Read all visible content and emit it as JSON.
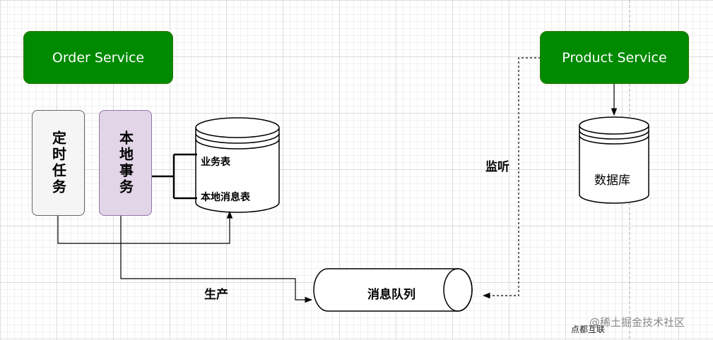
{
  "colors": {
    "service_fill": "#008a00",
    "timer_fill": "#f5f5f5",
    "local_tx_fill": "#e1d5e7"
  },
  "order_service": {
    "label": "Order Service"
  },
  "product_service": {
    "label": "Product Service"
  },
  "timer_task": {
    "label": "定时任务"
  },
  "local_tx": {
    "label": "本地事务"
  },
  "local_db": {
    "table1": "业务表",
    "table2": "本地消息表"
  },
  "product_db": {
    "label": "数据库"
  },
  "mq": {
    "label": "消息队列"
  },
  "edges": {
    "produce": "生产",
    "listen": "监听"
  },
  "watermark": {
    "text1": "@稀土掘金技术社区",
    "text2": "点都互联"
  }
}
